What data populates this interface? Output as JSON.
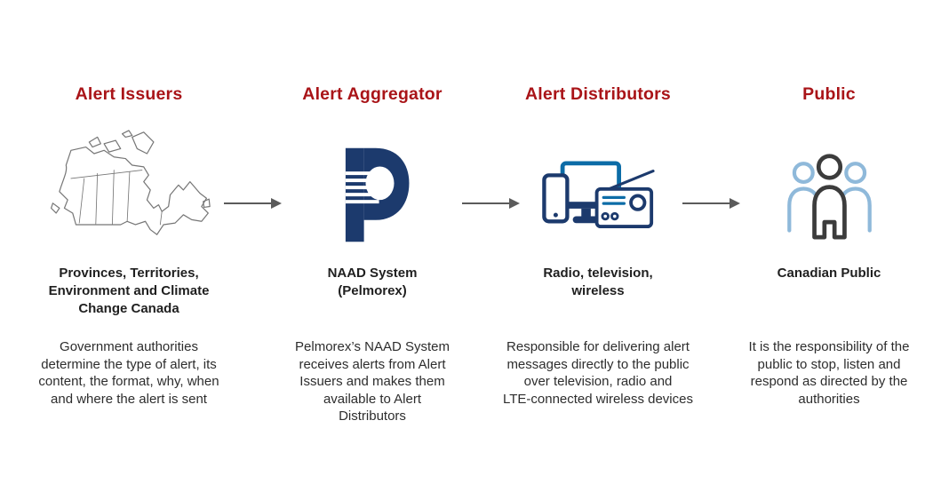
{
  "page": {
    "background": "#ffffff",
    "title": "Alerting flow diagram"
  },
  "colors": {
    "heading_red": "#a91418",
    "navy": "#1c3a6d",
    "teal_blue": "#0c6ca7",
    "light_blue": "#8fb9da",
    "person_dark": "#3c3c3c",
    "arrow_gray": "#5b5b5b",
    "map_stroke": "#767676",
    "subtitle_text": "#1f1f1f",
    "body_text": "#2d2d2d"
  },
  "columns": [
    {
      "id": "alert-issuers",
      "header": "Alert Issuers",
      "icon": "canada-map-icon",
      "subtitle": "Provinces, Territories,\nEnvironment and Climate\nChange Canada",
      "description": "Government authorities\ndetermine the type of alert, its\ncontent, the format, why, when\nand where the alert is sent"
    },
    {
      "id": "alert-aggregator",
      "header": "Alert Aggregator",
      "icon": "pelmorex-logo-icon",
      "subtitle": "NAAD System\n(Pelmorex)",
      "description": "Pelmorex’s NAAD System\nreceives alerts from Alert\nIssuers and makes them\navailable to Alert\nDistributors"
    },
    {
      "id": "alert-distributors",
      "header": "Alert Distributors",
      "icon": "radio-tv-phone-icon",
      "subtitle": "Radio, television,\nwireless",
      "description": "Responsible for delivering alert\nmessages directly to the public\nover television, radio and\nLTE-connected wireless devices"
    },
    {
      "id": "public",
      "header": "Public",
      "icon": "people-group-icon",
      "subtitle": "Canadian Public",
      "description": "It is the responsibility of the\npublic to stop, listen and\nrespond as directed by the\nauthorities"
    }
  ]
}
